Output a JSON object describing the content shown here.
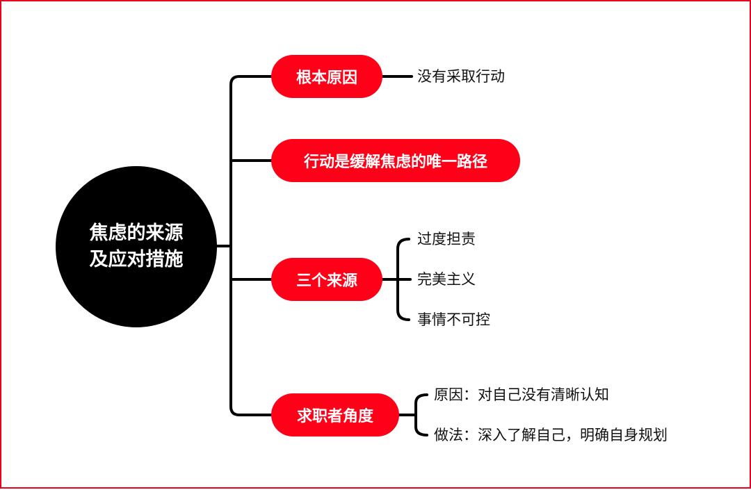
{
  "root": {
    "line1": "焦虑的来源",
    "line2": "及应对措施"
  },
  "branches": [
    {
      "label": "根本原因",
      "children": [
        "没有采取行动"
      ]
    },
    {
      "label": "行动是缓解焦虑的唯一路径",
      "children": []
    },
    {
      "label": "三个来源",
      "children": [
        "过度担责",
        "完美主义",
        "事情不可控"
      ]
    },
    {
      "label": "求职者角度",
      "children": [
        "原因：对自己没有清晰认知",
        "做法：深入了解自己，明确自身规划"
      ]
    }
  ],
  "colors": {
    "accent": "#ff0019",
    "frame": "#e8001c",
    "root": "#000000",
    "line": "#000000"
  }
}
